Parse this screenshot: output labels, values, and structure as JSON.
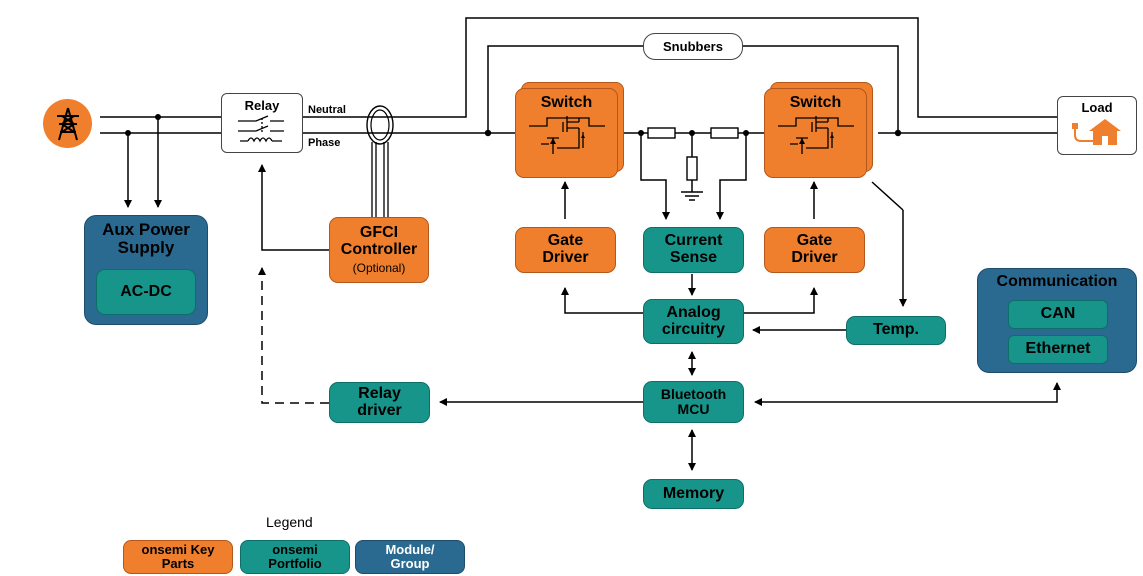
{
  "diagram": {
    "grid_icon": "power-tower-icon",
    "relay": {
      "label": "Relay"
    },
    "neutral_label": "Neutral",
    "phase_label": "Phase",
    "snubbers": "Snubbers",
    "load": {
      "label": "Load",
      "icon": "house-plug-icon"
    },
    "switch_left": "Switch",
    "switch_right": "Switch",
    "aux_power": {
      "title_line1": "Aux Power",
      "title_line2": "Supply",
      "inner": "AC-DC"
    },
    "gfci": {
      "line1": "GFCI",
      "line2": "Controller",
      "note": "(Optional)"
    },
    "gate_driver_left": {
      "line1": "Gate",
      "line2": "Driver"
    },
    "current_sense": {
      "line1": "Current",
      "line2": "Sense"
    },
    "gate_driver_right": {
      "line1": "Gate",
      "line2": "Driver"
    },
    "analog": {
      "line1": "Analog",
      "line2": "circuitry"
    },
    "temp": "Temp.",
    "relay_driver": {
      "line1": "Relay",
      "line2": "driver"
    },
    "mcu": {
      "line1": "Bluetooth",
      "line2": "MCU"
    },
    "memory": "Memory",
    "communication": {
      "title": "Communication",
      "items": [
        "CAN",
        "Ethernet"
      ]
    }
  },
  "legend": {
    "title": "Legend",
    "items": [
      {
        "line1": "onsemi Key",
        "line2": "Parts",
        "color": "#ef7f2d"
      },
      {
        "line1": "onsemi",
        "line2": "Portfolio",
        "color": "#17958a"
      },
      {
        "line1": "Module/",
        "line2": "Group",
        "color": "#2b6a90"
      }
    ]
  },
  "colors": {
    "orange": "#ef7f2d",
    "teal": "#17958a",
    "navy": "#2b6a90"
  }
}
